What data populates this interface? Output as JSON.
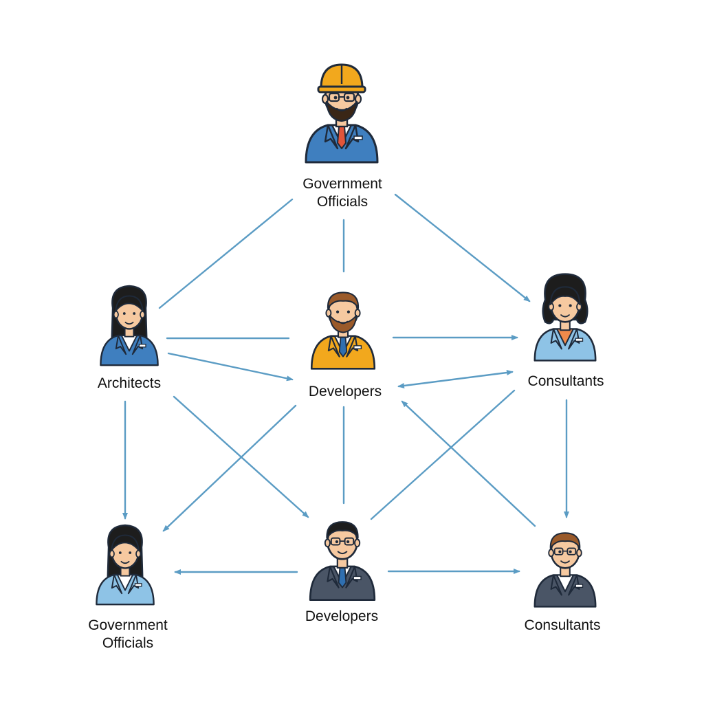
{
  "diagram": {
    "nodes": [
      {
        "id": "gov_top",
        "label_lines": [
          "Government",
          "Officials"
        ],
        "avatar": "man-hardhat-glasses-beard"
      },
      {
        "id": "architects",
        "label_lines": [
          "Architects"
        ],
        "avatar": "woman-long-black-hair"
      },
      {
        "id": "developers_mid",
        "label_lines": [
          "Developers"
        ],
        "avatar": "man-beard-orange-suit"
      },
      {
        "id": "consultants_right",
        "label_lines": [
          "Consultants"
        ],
        "avatar": "woman-curly-hair-orange-top"
      },
      {
        "id": "gov_bottom",
        "label_lines": [
          "Government",
          "Officials"
        ],
        "avatar": "woman-long-black-hair-blue-suit"
      },
      {
        "id": "developers_bottom",
        "label_lines": [
          "Developers"
        ],
        "avatar": "man-glasses-dark-suit"
      },
      {
        "id": "consultants_bottom",
        "label_lines": [
          "Consultants"
        ],
        "avatar": "man-glasses-brown-hair"
      }
    ],
    "connections": [
      {
        "from": "gov_top",
        "to": "architects",
        "arrow": "none"
      },
      {
        "from": "gov_top",
        "to": "developers_mid",
        "arrow": "none"
      },
      {
        "from": "gov_top",
        "to": "consultants_right",
        "arrow": "end"
      },
      {
        "from": "architects",
        "to": "developers_mid",
        "arrow": "none"
      },
      {
        "from": "developers_mid",
        "to": "consultants_right",
        "arrow": "end"
      },
      {
        "from": "architects",
        "to": "developers_mid",
        "arrow": "end"
      },
      {
        "from": "consultants_right",
        "to": "developers_mid",
        "arrow": "both"
      },
      {
        "from": "architects",
        "to": "gov_bottom",
        "arrow": "end"
      },
      {
        "from": "architects",
        "to": "developers_bottom",
        "arrow": "end"
      },
      {
        "from": "developers_mid",
        "to": "gov_bottom",
        "arrow": "end"
      },
      {
        "from": "developers_mid",
        "to": "developers_bottom",
        "arrow": "none"
      },
      {
        "from": "consultants_right",
        "to": "developers_bottom",
        "arrow": "none"
      },
      {
        "from": "consultants_bottom",
        "to": "developers_mid",
        "arrow": "end"
      },
      {
        "from": "consultants_right",
        "to": "consultants_bottom",
        "arrow": "end"
      },
      {
        "from": "developers_bottom",
        "to": "gov_bottom",
        "arrow": "end"
      },
      {
        "from": "developers_bottom",
        "to": "consultants_bottom",
        "arrow": "end"
      }
    ],
    "colors": {
      "connector": "#5b9cc4",
      "outline": "#1f2a3a",
      "hardhat": "#f2a81d",
      "suit_blue": "#3f7fbf",
      "suit_light_blue": "#8ec3e6",
      "suit_orange": "#f2a81d",
      "suit_dark": "#4a5566",
      "tie_red": "#e2553a",
      "tie_blue": "#2f6fb0",
      "skin": "#f6c9a0",
      "hair_black": "#1d1d1d",
      "hair_brown": "#9a5a2a"
    }
  }
}
